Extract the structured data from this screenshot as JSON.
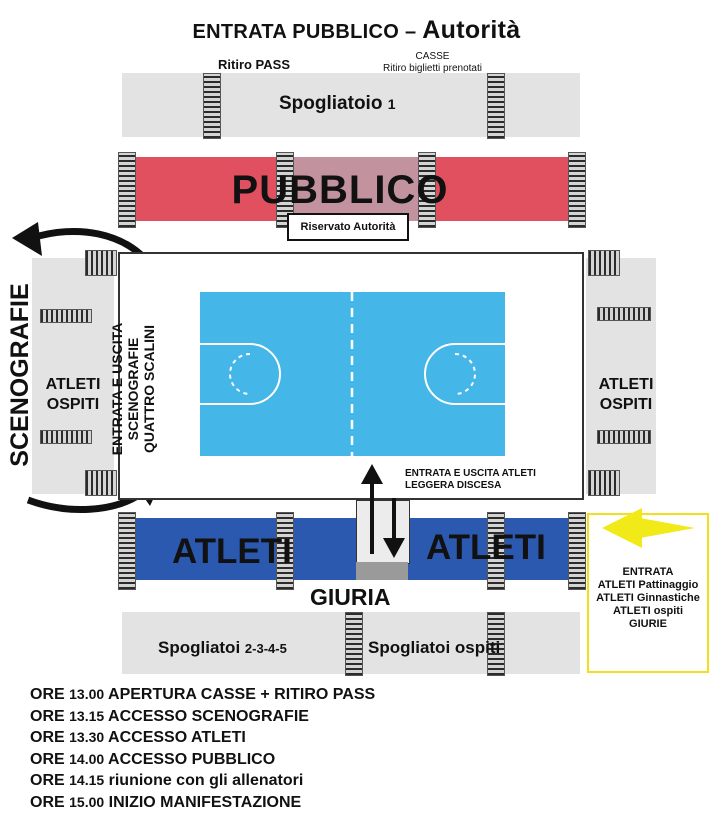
{
  "header": {
    "prefix": "ENTRATA PUBBLICO –",
    "accent": "Autorità"
  },
  "top_labels": {
    "ritiro_pass": "Ritiro PASS",
    "casse": "CASSE",
    "casse_sub": "Ritiro biglietti prenotati"
  },
  "rooms": {
    "spogliatoio1": "Spogliatoio",
    "spogliatoio1_num": "1",
    "spogliatoi_left": "Spogliatoi",
    "spogliatoi_left_num": "2-3-4-5",
    "spogliatoi_ospiti": "Spogliatoi ospiti"
  },
  "stands": {
    "pubblico": "PUBBLICO",
    "riservato": "Riservato Autorità",
    "atleti_left": "ATLETI",
    "atleti_right": "ATLETI",
    "giuria": "GIURIA"
  },
  "sides": {
    "scenografie": "SCENOGRAFIE",
    "ospiti_left_1": "ATLETI",
    "ospiti_left_2": "OSPITI",
    "ospiti_right_1": "ATLETI",
    "ospiti_right_2": "OSPITI"
  },
  "court_notes": {
    "line1": "ENTRATA E USCITA",
    "line2": "SCENOGRAFIE",
    "line3": "QUATTRO SCALINI",
    "atleti_1": "ENTRATA E USCITA ATLETI",
    "atleti_2": "LEGGERA DISCESA"
  },
  "entrance": {
    "l1": "ENTRATA",
    "l2": "ATLETI Pattinaggio",
    "l3": "ATLETI Ginnastiche",
    "l4": "ATLETI ospiti",
    "l5": "GIURIE"
  },
  "schedule": [
    {
      "ore": "ORE",
      "time": "13.00",
      "text": "APERTURA CASSE + RITIRO PASS"
    },
    {
      "ore": "ORE",
      "time": "13.15",
      "text": "ACCESSO SCENOGRAFIE"
    },
    {
      "ore": "ORE",
      "time": "13.30",
      "text": "ACCESSO ATLETI"
    },
    {
      "ore": "ORE",
      "time": "14.00",
      "text": "ACCESSO PUBBLICO"
    },
    {
      "ore": "ORE",
      "time": "14.15",
      "text": "riunione con gli allenatori"
    },
    {
      "ore": "ORE",
      "time": "15.00",
      "text": "INIZIO MANIFESTAZIONE"
    }
  ],
  "colors": {
    "pubblico": "#e0505f",
    "atleti": "#2b59b0",
    "court": "#45b6e8",
    "entrance_border": "#f0e020",
    "arrow_yellow": "#f2ea18",
    "grey": "#e3e3e3"
  }
}
